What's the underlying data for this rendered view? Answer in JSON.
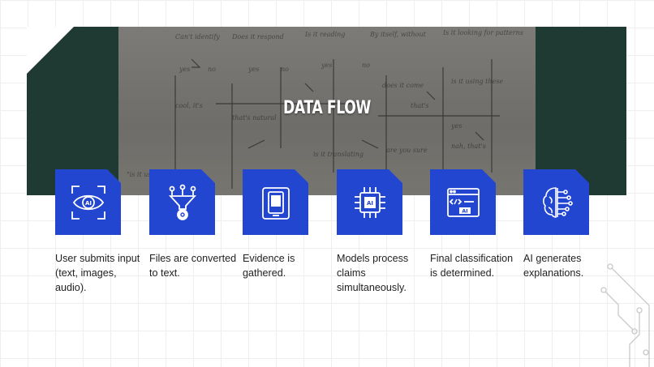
{
  "header": {
    "title": "DATA FLOW"
  },
  "steps": [
    {
      "icon": "ai-eye-icon",
      "caption": "User submits input (text, images, audio)."
    },
    {
      "icon": "file-funnel-icon",
      "caption": "Files are converted to text."
    },
    {
      "icon": "phone-document-icon",
      "caption": "Evidence is gathered."
    },
    {
      "icon": "ai-chip-icon",
      "caption": "Models process claims simultaneously."
    },
    {
      "icon": "code-window-icon",
      "caption": "Final classification is determined."
    },
    {
      "icon": "ai-brain-icon",
      "caption": "AI generates explanations."
    }
  ],
  "colors": {
    "accent": "#2346d1",
    "banner": "#1f3a33",
    "text": "#222222"
  }
}
